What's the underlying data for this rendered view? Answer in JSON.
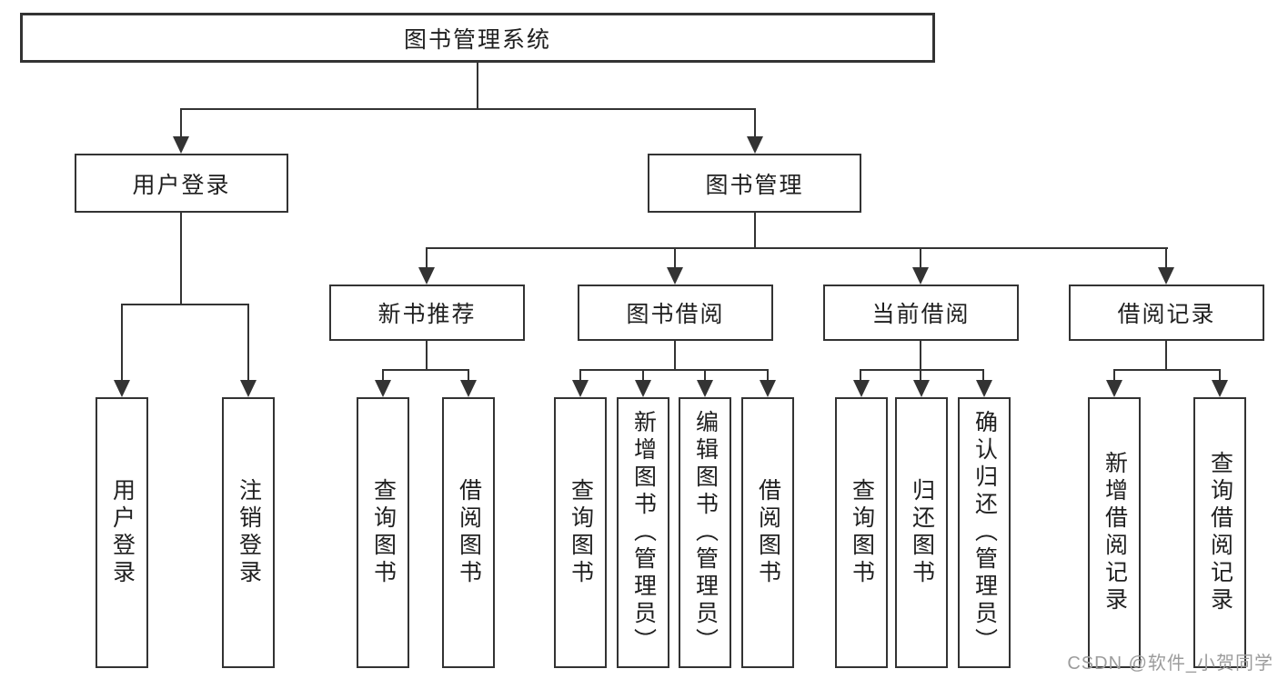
{
  "nodes": {
    "root": {
      "label": "图书管理系统"
    },
    "user_login": {
      "label": "用户登录"
    },
    "book_mgmt": {
      "label": "图书管理"
    },
    "new_books": {
      "label": "新书推荐"
    },
    "book_borrow": {
      "label": "图书借阅"
    },
    "current_borrow": {
      "label": "当前借阅"
    },
    "borrow_records": {
      "label": "借阅记录"
    },
    "leaf_user_login": {
      "label": "用户登录"
    },
    "leaf_logout": {
      "label": "注销登录"
    },
    "leaf_nb_query_books": {
      "label": "查询图书"
    },
    "leaf_nb_borrow_books": {
      "label": "借阅图书"
    },
    "leaf_bb_query_books": {
      "label": "查询图书"
    },
    "leaf_bb_add_books": {
      "label": "新增图书（管理员）"
    },
    "leaf_bb_edit_books": {
      "label": "编辑图书（管理员）"
    },
    "leaf_bb_borrow_books": {
      "label": "借阅图书"
    },
    "leaf_cb_query_books": {
      "label": "查询图书"
    },
    "leaf_cb_return_books": {
      "label": "归还图书"
    },
    "leaf_cb_confirm_return": {
      "label": "确认归还（管理员）"
    },
    "leaf_br_add_record": {
      "label": "新增借阅记录"
    },
    "leaf_br_query_record": {
      "label": "查询借阅记录"
    }
  },
  "watermark": {
    "text": "CSDN @软件_小贺同学"
  },
  "colors": {
    "line": "#333333",
    "text": "#1f1f1f",
    "watermark": "#9c9c9c",
    "background": "#ffffff"
  }
}
